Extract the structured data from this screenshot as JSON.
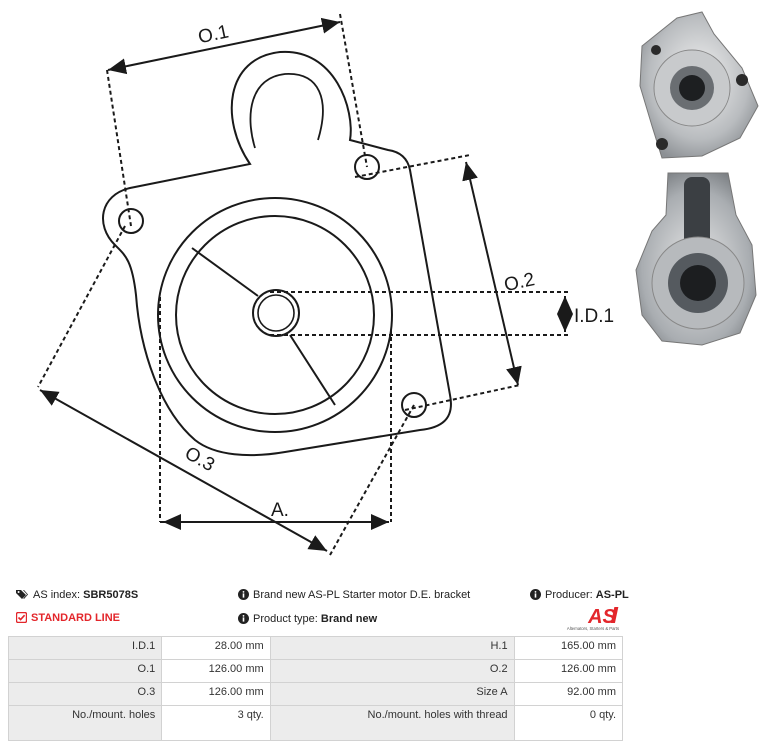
{
  "diagram": {
    "labels": {
      "o1": "O.1",
      "o2": "O.2",
      "o3": "O.3",
      "id1": "I.D.1",
      "a": "A."
    }
  },
  "photos": [
    {
      "name": "bracket-photo-front"
    },
    {
      "name": "bracket-photo-back"
    }
  ],
  "info": {
    "as_index_label": "AS index:",
    "as_index_value": "SBR5078S",
    "standard_line": "STANDARD LINE",
    "description": "Brand new AS-PL Starter motor D.E. bracket",
    "product_type_label": "Product type:",
    "product_type_value": "Brand new",
    "producer_label": "Producer:",
    "producer_value": "AS-PL",
    "logo_text": "AS",
    "logo_tagline": "Alternators, Starters & Parts"
  },
  "colors": {
    "accent_red": "#e3262b",
    "table_label_bg": "#ececec",
    "table_border": "#d2d2d2"
  },
  "specs": [
    {
      "l1": "I.D.1",
      "v1": "28.00 mm",
      "l2": "H.1",
      "v2": "165.00 mm"
    },
    {
      "l1": "O.1",
      "v1": "126.00 mm",
      "l2": "O.2",
      "v2": "126.00 mm"
    },
    {
      "l1": "O.3",
      "v1": "126.00 mm",
      "l2": "Size A",
      "v2": "92.00 mm"
    },
    {
      "l1": "No./mount. holes",
      "v1": "3 qty.",
      "l2": "No./mount. holes with thread",
      "v2": "0 qty."
    }
  ]
}
